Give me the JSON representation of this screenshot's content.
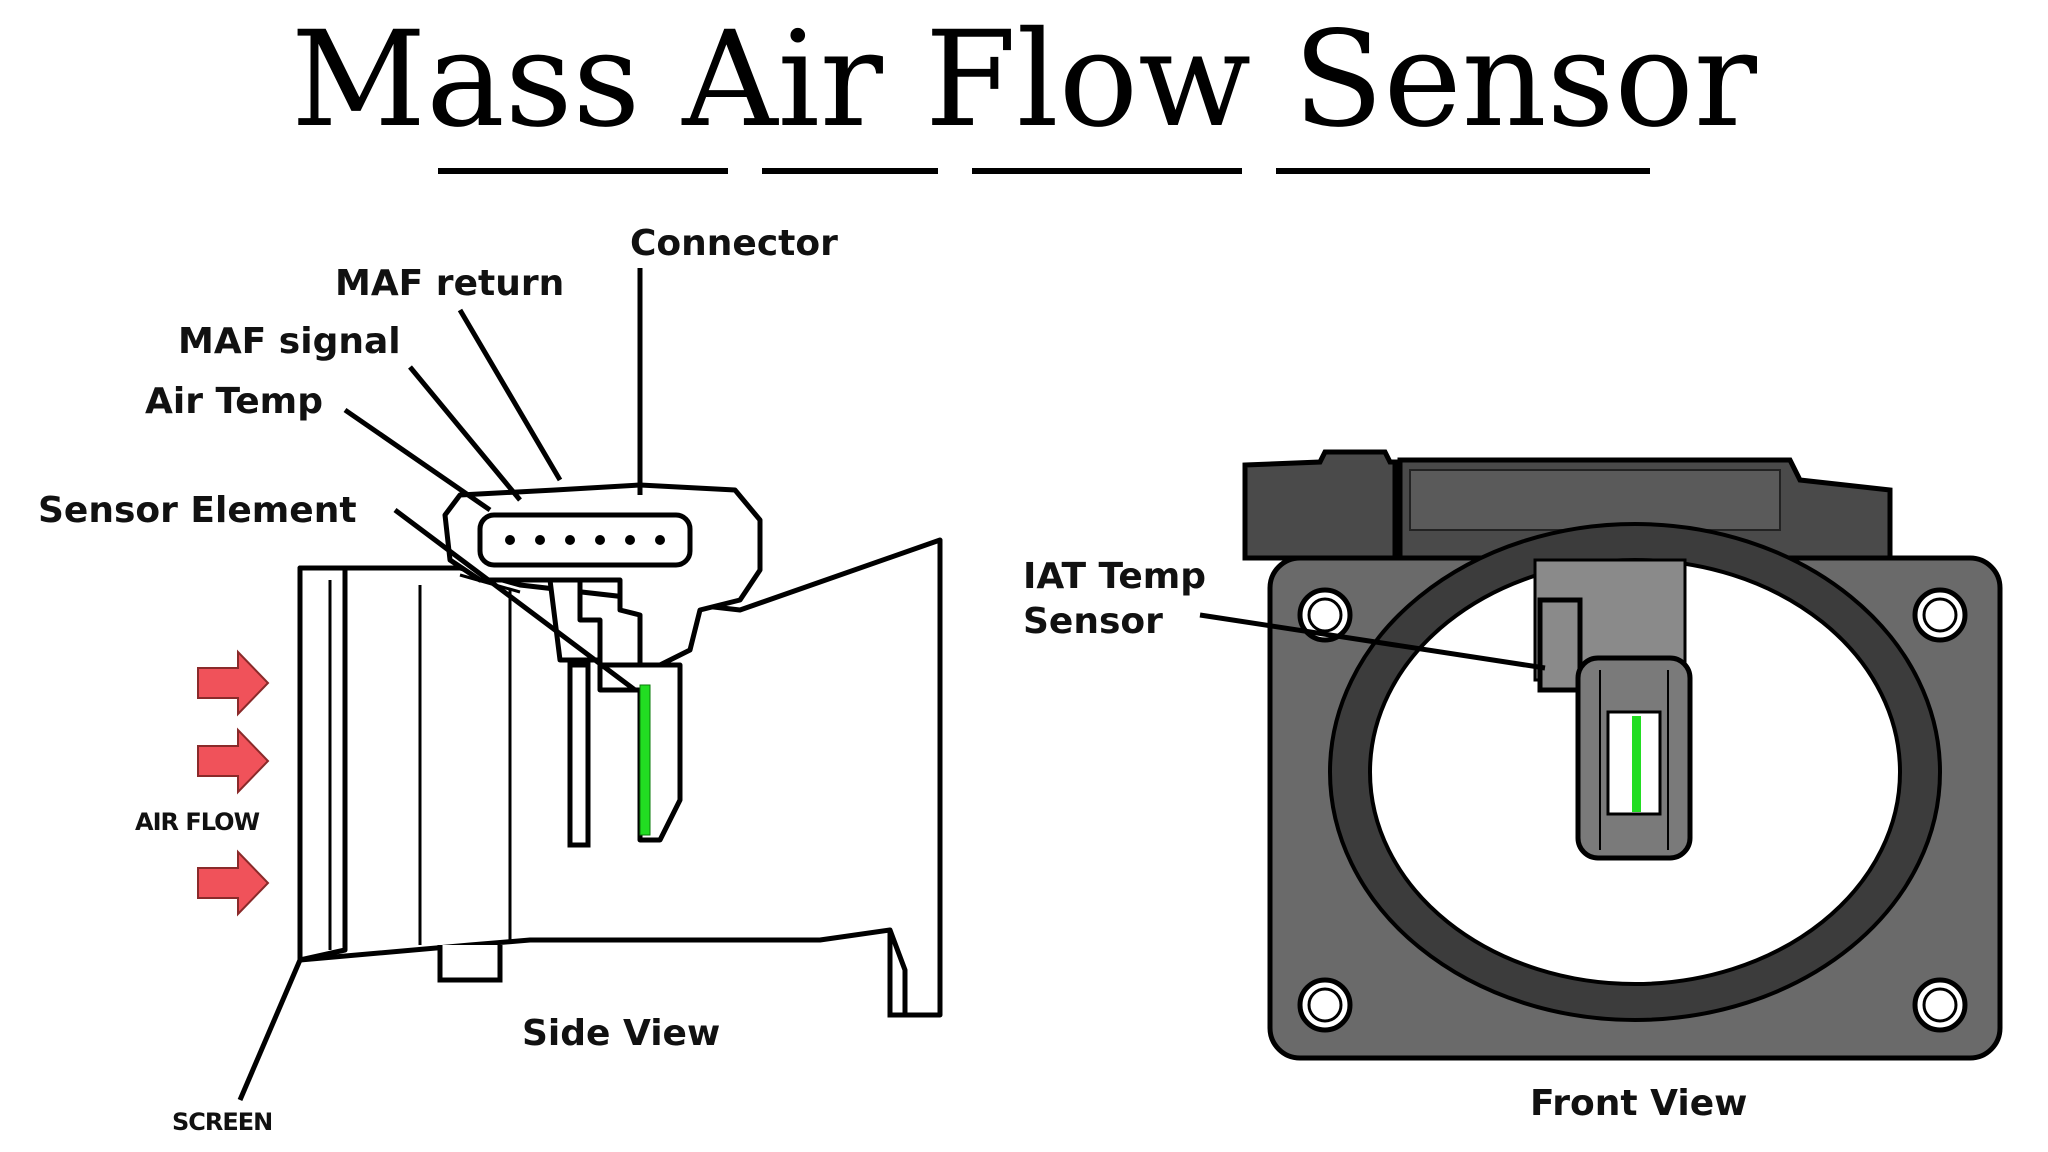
{
  "title": "Mass Air Flow Sensor",
  "side_view": {
    "caption": "Side View",
    "labels": {
      "connector": "Connector",
      "maf_return": "MAF return",
      "maf_signal": "MAF signal",
      "air_temp": "Air Temp",
      "sensor_element": "Sensor Element",
      "air_flow": "AIR FLOW",
      "screen": "SCREEN"
    }
  },
  "front_view": {
    "caption": "Front View",
    "labels": {
      "iat_line1": "IAT Temp",
      "iat_line2": "Sensor"
    }
  },
  "colors": {
    "arrow": "#f0525a",
    "sensor_element": "#22dd22",
    "housing": "#6a6a6a",
    "housing_dark": "#3c3c3c"
  }
}
